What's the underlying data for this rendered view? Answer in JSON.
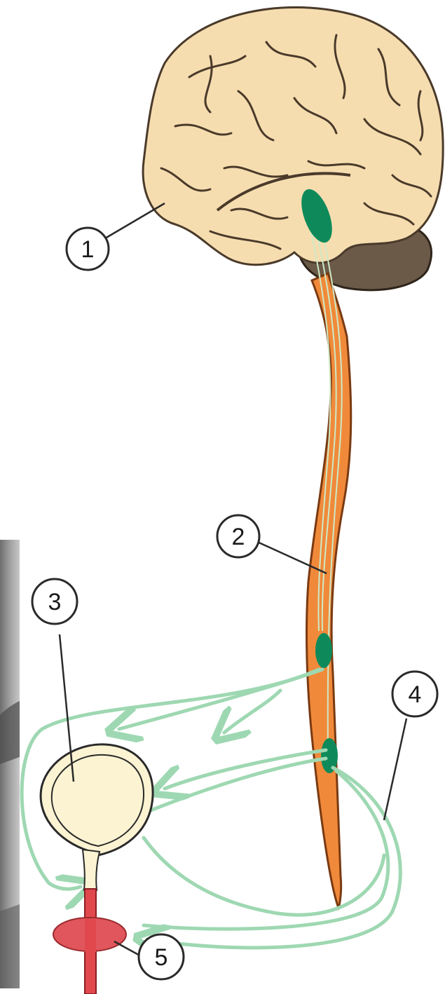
{
  "callouts": [
    {
      "id": "brain",
      "number": "1"
    },
    {
      "id": "spinal-cord",
      "number": "2"
    },
    {
      "id": "bladder",
      "number": "3"
    },
    {
      "id": "nerve-pathway",
      "number": "4"
    },
    {
      "id": "sphincter",
      "number": "5"
    }
  ],
  "colors": {
    "brain": "#f6ddb0",
    "brain_outline": "#4a3a2a",
    "cerebellum": "#6b5a48",
    "spinal_cord": "#f08a3a",
    "spinal_cord_outline": "#7a3a12",
    "nerve_center": "#0e8a5a",
    "nerve_pathway": "#9ed8b2",
    "bladder": "#fbf3d2",
    "urethra": "#e0484e",
    "sphincter": "#e0565c",
    "photo_bg": "#8a8a8a"
  }
}
